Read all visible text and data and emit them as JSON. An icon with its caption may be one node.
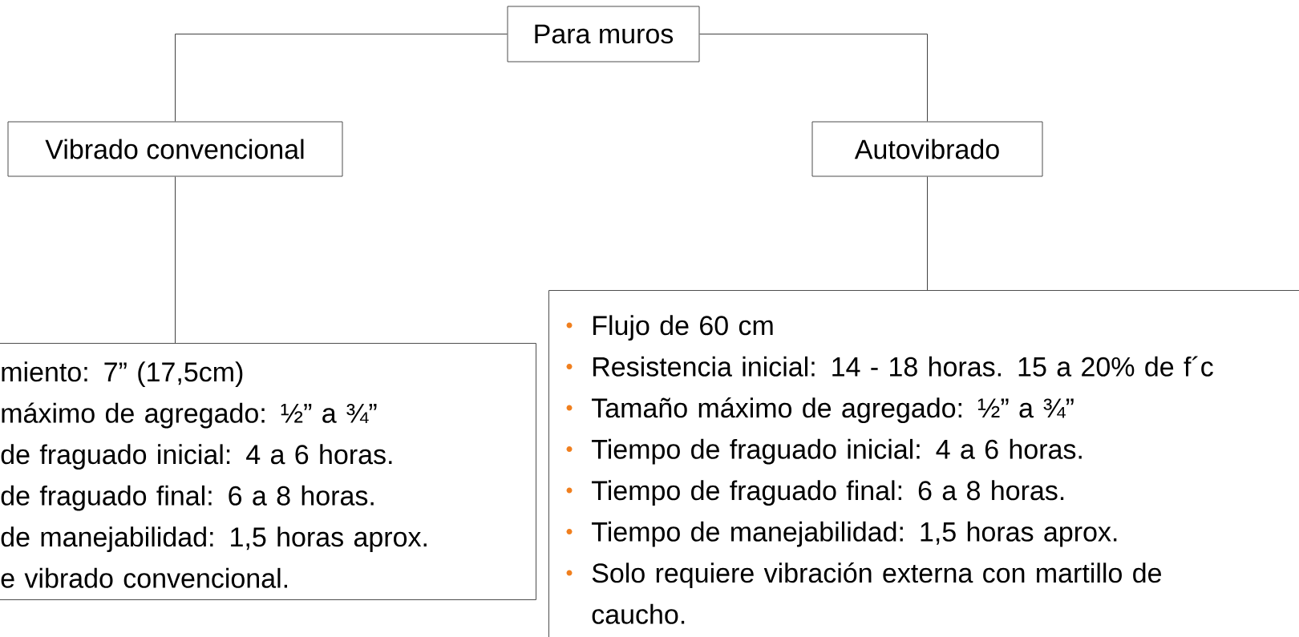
{
  "diagram": {
    "nodes": [
      {
        "text": [
          "Para muros"
        ]
      },
      {
        "text": [
          "Vibrado convencional"
        ]
      },
      {
        "text": [
          "Autovibrado"
        ]
      },
      {
        "text": [
          "miento: 7” (17,5cm)",
          "máximo de agregado: ½” a ¾”",
          "de fraguado inicial: 4 a 6 horas.",
          "de fraguado final: 6 a 8 horas.",
          "de manejabilidad: 1,5 horas aprox.",
          "e vibrado convencional."
        ]
      },
      {
        "text": [
          "Flujo de 60 cm",
          "Resistencia inicial: 14 - 18 horas. 15 a 20% de f´c",
          "Tamaño máximo de agregado: ½” a ¾”",
          "Tiempo de fraguado inicial: 4 a 6 horas.",
          "Tiempo de fraguado final: 6 a 8 horas.",
          "Tiempo de manejabilidad: 1,5 horas aprox.",
          "Solo requiere vibración externa con martillo de caucho."
        ]
      }
    ],
    "edges": [
      {
        "from": 0,
        "to": 1,
        "arrow": "none"
      },
      {
        "from": 0,
        "to": 2,
        "arrow": "none"
      },
      {
        "from": 1,
        "to": 3,
        "arrow": "none"
      },
      {
        "from": 2,
        "to": 4,
        "arrow": "none"
      }
    ]
  }
}
